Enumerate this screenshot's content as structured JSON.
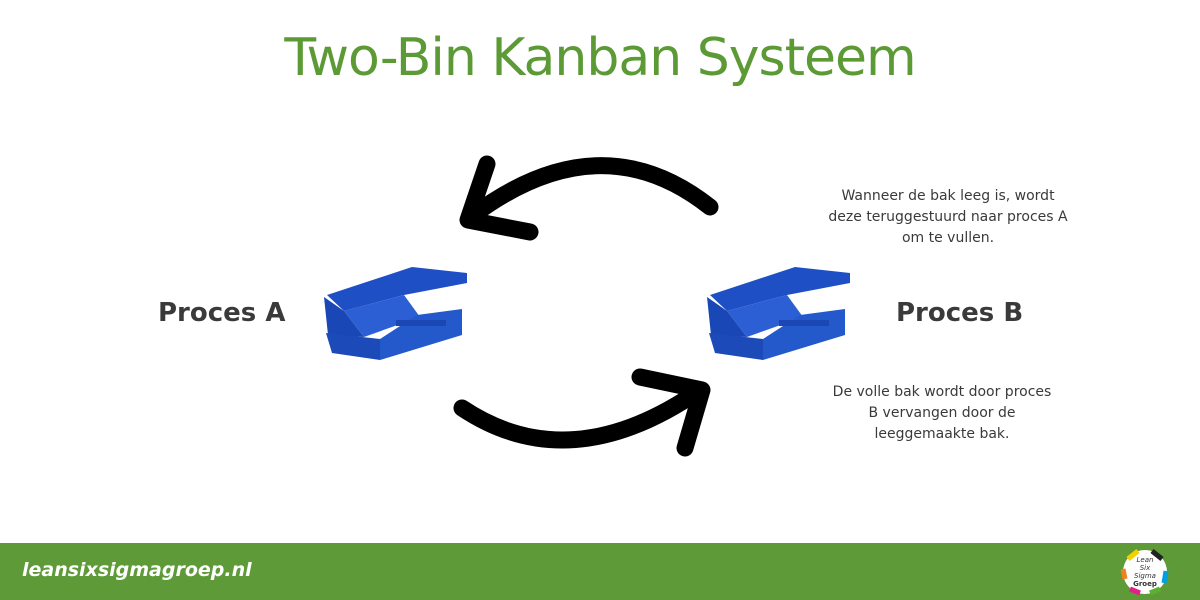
{
  "title": "Two-Bin Kanban Systeem",
  "process_a": "Proces A",
  "process_b": "Proces B",
  "note_top": "Wanneer de bak leeg is, wordt deze teruggestuurd naar proces A om te vullen.",
  "note_bottom": "De volle bak wordt door proces B vervangen door de leeggemaakte bak.",
  "footer": {
    "url": "leansixsigmagroep.nl",
    "logo_text": "Lean Six Sigma Groep"
  },
  "colors": {
    "brand_green": "#5e9a38",
    "bin_blue": "#1f52c6"
  }
}
